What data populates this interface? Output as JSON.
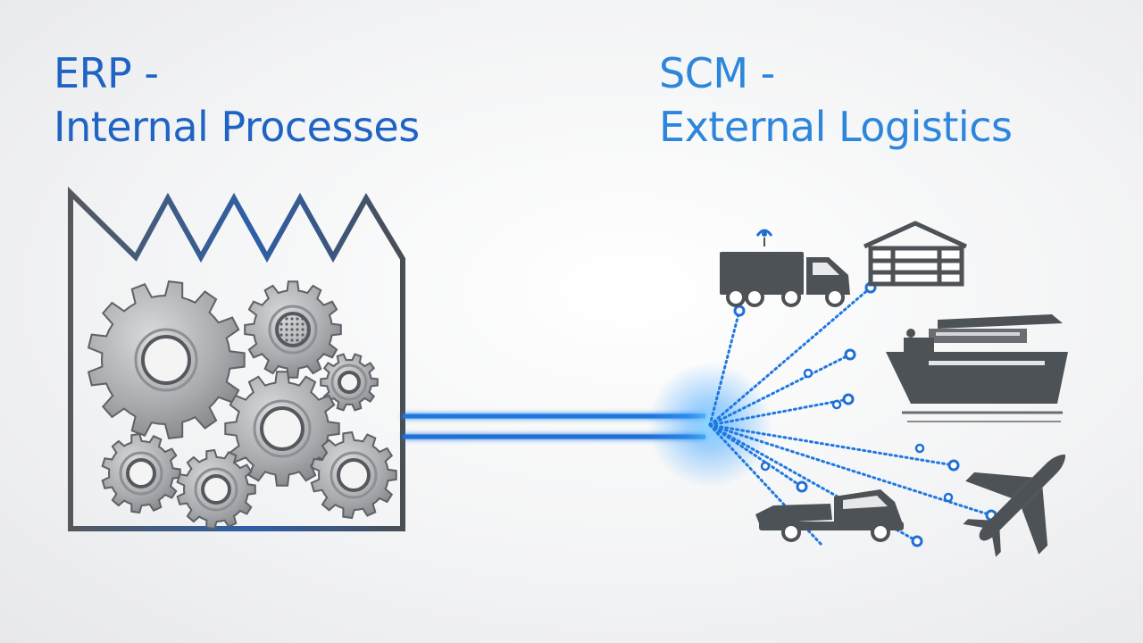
{
  "erp": {
    "title_line1": "ERP -",
    "title_line2": "Internal Processes",
    "color": "#1f64c4"
  },
  "scm": {
    "title_line1": "SCM -",
    "title_line2": "External Logistics",
    "color": "#2d86dc"
  },
  "colors": {
    "connector": "#1f78e0",
    "outline": "#4a4f55",
    "gear": "#a7a9ac",
    "vehicle": "#4d5257"
  },
  "icons": [
    "factory-icon",
    "gear-icon",
    "truck-icon",
    "warehouse-icon",
    "cargo-ship-icon",
    "airplane-icon",
    "pickup-truck-icon"
  ]
}
